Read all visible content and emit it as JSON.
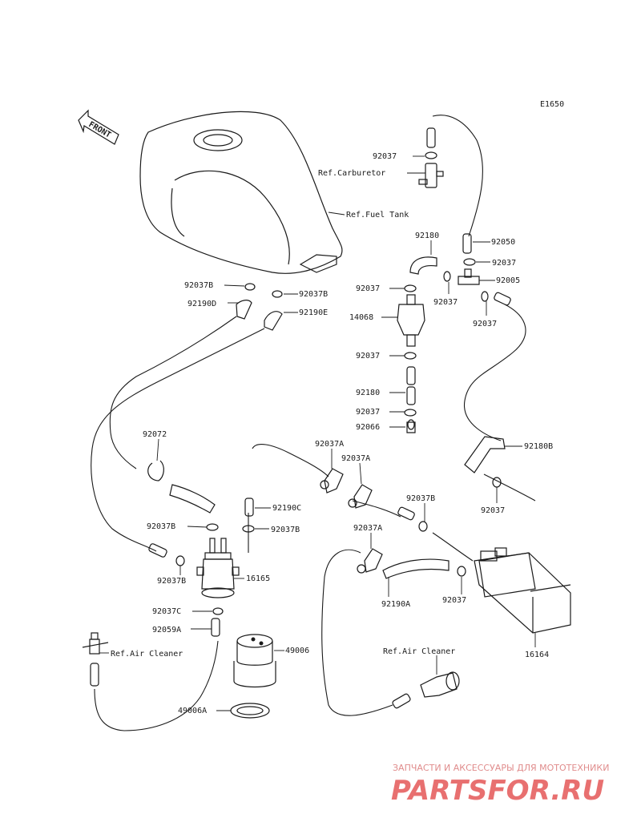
{
  "diagram": {
    "code": "E1650",
    "front_label": "FRONT",
    "labels": {
      "ref_carburetor": "Ref.Carburetor",
      "ref_fuel_tank": "Ref.Fuel Tank",
      "ref_air_cleaner_left": "Ref.Air Cleaner",
      "ref_air_cleaner_right": "Ref.Air Cleaner"
    },
    "parts": [
      {
        "id": "p1",
        "number": "92037"
      },
      {
        "id": "p2",
        "number": "92180"
      },
      {
        "id": "p3",
        "number": "92050"
      },
      {
        "id": "p4",
        "number": "92037"
      },
      {
        "id": "p5",
        "number": "92005"
      },
      {
        "id": "p6",
        "number": "92037"
      },
      {
        "id": "p7",
        "number": "92037"
      },
      {
        "id": "p8",
        "number": "92037B"
      },
      {
        "id": "p9",
        "number": "92190D"
      },
      {
        "id": "p10",
        "number": "92037B"
      },
      {
        "id": "p11",
        "number": "92190E"
      },
      {
        "id": "p12",
        "number": "92037"
      },
      {
        "id": "p13",
        "number": "14068"
      },
      {
        "id": "p14",
        "number": "92037"
      },
      {
        "id": "p15",
        "number": "92180"
      },
      {
        "id": "p16",
        "number": "92037"
      },
      {
        "id": "p17",
        "number": "92066"
      },
      {
        "id": "p18",
        "number": "92072"
      },
      {
        "id": "p19",
        "number": "92037A"
      },
      {
        "id": "p20",
        "number": "92037A"
      },
      {
        "id": "p21",
        "number": "92180B"
      },
      {
        "id": "p22",
        "number": "92190C"
      },
      {
        "id": "p23",
        "number": "92037B"
      },
      {
        "id": "p24",
        "number": "92037"
      },
      {
        "id": "p25",
        "number": "92037B"
      },
      {
        "id": "p26",
        "number": "92037B"
      },
      {
        "id": "p27",
        "number": "92037A"
      },
      {
        "id": "p28",
        "number": "92037B"
      },
      {
        "id": "p29",
        "number": "16165"
      },
      {
        "id": "p30",
        "number": "92190A"
      },
      {
        "id": "p31",
        "number": "92037"
      },
      {
        "id": "p32",
        "number": "92037C"
      },
      {
        "id": "p33",
        "number": "92059A"
      },
      {
        "id": "p34",
        "number": "49006"
      },
      {
        "id": "p35",
        "number": "16164"
      },
      {
        "id": "p36",
        "number": "49006A"
      }
    ]
  },
  "watermark": {
    "subtitle": "ЗАПЧАСТИ И АКСЕССУАРЫ ДЛЯ МОТОТЕХНИКИ",
    "brand": "PARTSFOR.RU"
  }
}
